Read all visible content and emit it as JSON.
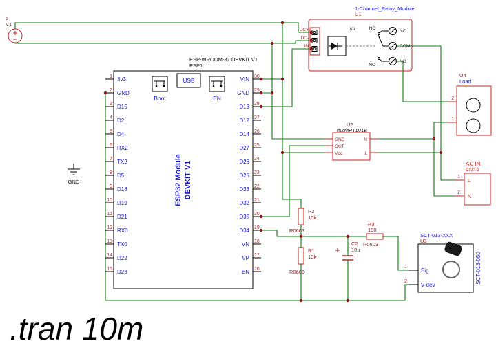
{
  "schematic": {
    "directive": ".tran 10m"
  },
  "colors": {
    "wire": "#0b7d0b",
    "outline_red": "#cc2222",
    "pin_label_blue": "#1515cc",
    "designator_red": "#8b2323",
    "junction": "#8b1a1a"
  },
  "v1": {
    "value": "5",
    "designator": "V1"
  },
  "gnd": {
    "label": "GND"
  },
  "relay": {
    "name": "1-Channel_Relay_Module",
    "designator": "U1",
    "coil": "K1",
    "input_pins": [
      {
        "label": "DC+"
      },
      {
        "label": "DC-"
      },
      {
        "label": "IN"
      }
    ],
    "contact_nc": "NC",
    "contact_no": "NO",
    "terminals": [
      {
        "label": "NC"
      },
      {
        "label": "COM"
      },
      {
        "label": "NO"
      }
    ]
  },
  "esp": {
    "title": "ESP-WROOM-32 DEVKIT V1",
    "designator": "ESP1",
    "usb": "USB",
    "boot": "Boot",
    "en": "EN",
    "body_line1": "ESP32 Module",
    "body_line2": "DEVKIT V1",
    "left_pins": [
      {
        "num": "1",
        "label": "3v3"
      },
      {
        "num": "2",
        "label": "GND"
      },
      {
        "num": "3",
        "label": "D15"
      },
      {
        "num": "4",
        "label": "D2"
      },
      {
        "num": "5",
        "label": "D4"
      },
      {
        "num": "6",
        "label": "RX2"
      },
      {
        "num": "7",
        "label": "TX2"
      },
      {
        "num": "8",
        "label": "D5"
      },
      {
        "num": "9",
        "label": "D18"
      },
      {
        "num": "10",
        "label": "D19"
      },
      {
        "num": "11",
        "label": "D21"
      },
      {
        "num": "12",
        "label": "RX0"
      },
      {
        "num": "13",
        "label": "TX0"
      },
      {
        "num": "14",
        "label": "D22"
      },
      {
        "num": "15",
        "label": "D23"
      }
    ],
    "right_pins": [
      {
        "num": "30",
        "label": "VIN"
      },
      {
        "num": "29",
        "label": "GND"
      },
      {
        "num": "28",
        "label": "D13"
      },
      {
        "num": "27",
        "label": "D12"
      },
      {
        "num": "26",
        "label": "D14"
      },
      {
        "num": "25",
        "label": "D27"
      },
      {
        "num": "24",
        "label": "D26"
      },
      {
        "num": "23",
        "label": "D25"
      },
      {
        "num": "22",
        "label": "D33"
      },
      {
        "num": "21",
        "label": "D32"
      },
      {
        "num": "20",
        "label": "D35"
      },
      {
        "num": "19",
        "label": "D34"
      },
      {
        "num": "18",
        "label": "VN"
      },
      {
        "num": "17",
        "label": "VP"
      },
      {
        "num": "16",
        "label": "EN"
      }
    ]
  },
  "u2": {
    "designator": "U2",
    "name": "mZMPT101B",
    "pin_gnd": "GND",
    "pin_out": "OUT",
    "pin_vcc": "Vcc",
    "pin_n": "N",
    "pin_l": "L"
  },
  "u4": {
    "designator": "U4",
    "name": "Load",
    "pin2": "2",
    "pin1": "1"
  },
  "acin": {
    "title": "AC IN",
    "designator": "CN?:1",
    "pin1_num": "1",
    "pin1_label": "L",
    "pin2_num": "2",
    "pin2_label": "N"
  },
  "u3": {
    "name": "SCT-013-XXX",
    "designator": "U3",
    "pin1_num": "1",
    "pin1_label": "Sig",
    "pin2_num": "2",
    "pin2_label": "V-dev",
    "side_label": "SCT-013-050"
  },
  "r1": {
    "designator": "R1",
    "value": "10k",
    "footprint": "R0603"
  },
  "r2": {
    "designator": "R2",
    "value": "10k",
    "footprint": "R0603"
  },
  "r3": {
    "designator": "R3",
    "value": "100",
    "footprint": "R0603"
  },
  "c2": {
    "designator": "C2",
    "value": "10u"
  }
}
